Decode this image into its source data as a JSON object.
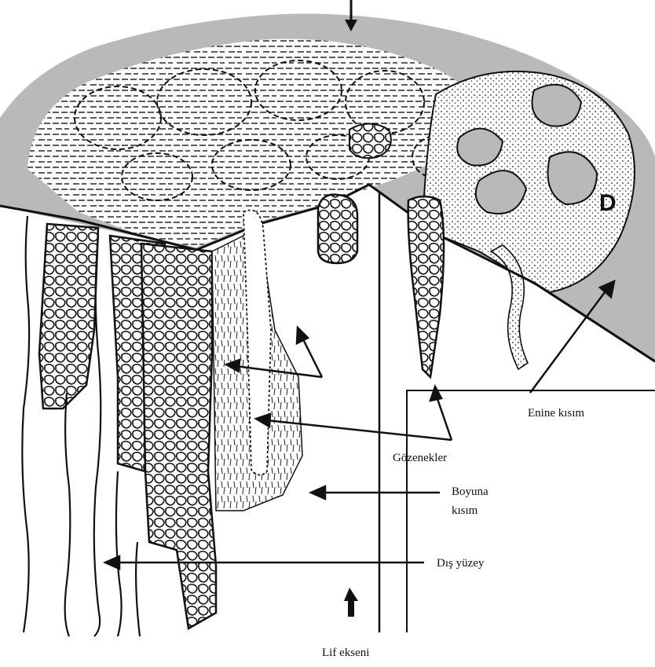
{
  "labels": {
    "d_marker": "D",
    "transverse": "Enine kısım",
    "pores": "Gözenekler",
    "longitudinal_line1": "Boyuna",
    "longitudinal_line2": "kısım",
    "outer_surface": "Dış yüzey",
    "fiber_axis": "Lif ekseni"
  },
  "colors": {
    "ink": "#111111",
    "gray_fill": "#b9b9b9",
    "paper": "#ffffff"
  }
}
